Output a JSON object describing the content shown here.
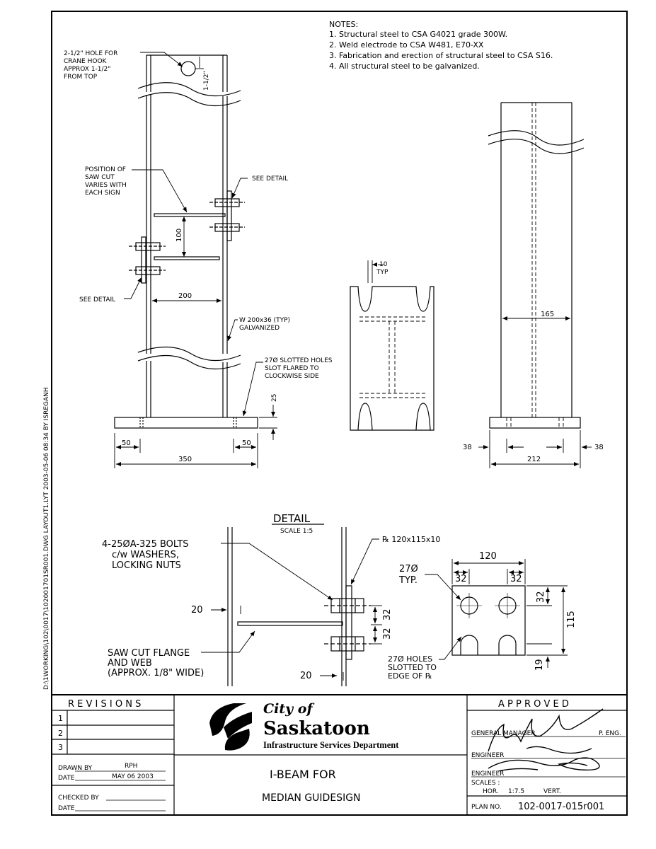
{
  "side_label": "D:\\1WORKING\\102\\0017\\102001701SR001.DWG LAYOUT1.LYT 2003-05-06 08:34 BY ISREGANH",
  "notes": {
    "heading": "NOTES:",
    "items": [
      "1. Structural steel to CSA G4021 grade 300W.",
      "2. Weld electrode to CSA W481, E70-XX",
      "3. Fabrication and erection of structural steel to CSA S16.",
      "4. All structural steel to be galvanized."
    ]
  },
  "elevation": {
    "hole_note": [
      "2-1/2\" HOLE FOR",
      "CRANE HOOK",
      "APPROX 1-1/2\"",
      "FROM TOP"
    ],
    "hole_dim": "1-1/2\"",
    "saw_note": [
      "POSITION OF",
      "SAW CUT",
      "VARIES WITH",
      "EACH SIGN"
    ],
    "see_detail_right": "SEE DETAIL",
    "see_detail_left": "SEE DETAIL",
    "dim_100": "100",
    "dim_200": "200",
    "beam_note": [
      "W 200x36 (TYP)",
      "GALVANIZED"
    ],
    "slot_note": [
      "27Ø SLOTTED HOLES",
      "SLOT FLARED TO",
      "CLOCKWISE SIDE"
    ],
    "dim_25": "25",
    "dim_50_left": "50",
    "dim_50_right": "50",
    "dim_350": "350"
  },
  "section": {
    "dim_10": "10",
    "typ": "TYP"
  },
  "side_view": {
    "dim_165": "165",
    "dim_38_left": "38",
    "dim_38_right": "38",
    "dim_212": "212"
  },
  "detail": {
    "title": "DETAIL",
    "scale": "SCALE 1:5",
    "bolt_note": [
      "4-25ØA-325 BOLTS",
      "c/w WASHERS,",
      "LOCKING NUTS"
    ],
    "plate_note": "℞ 120x115x10",
    "dim_20_top": "20",
    "dim_32_a": "32",
    "dim_32_b": "32",
    "saw_note": [
      "SAW CUT FLANGE",
      "AND WEB",
      "(APPROX. 1/8\" WIDE)"
    ],
    "dim_20_bottom": "20",
    "dim_120": "120",
    "dim_32_left": "32",
    "dim_32_right": "32",
    "hole_label": [
      "27Ø",
      "TYP."
    ],
    "dim_32_side": "32",
    "dim_115": "115",
    "dim_19": "19",
    "slot_note": [
      "27Ø HOLES",
      "SLOTTED TO",
      "EDGE OF ℞"
    ]
  },
  "title_block": {
    "revisions_label": "R E V I S I O N S",
    "rev_numbers": [
      "1",
      "2",
      "3"
    ],
    "drawn_by_label": "DRAWN BY",
    "drawn_by": "RPH",
    "date_label": "DATE",
    "date": "MAY 06 2003",
    "checked_by_label": "CHECKED BY",
    "date2_label": "DATE",
    "org_city_of": "City of",
    "org_name": "Saskatoon",
    "org_dept": "Infrastructure Services Department",
    "title_line1": "I-BEAM FOR",
    "title_line2": "MEDIAN GUIDESIGN",
    "approved_label": "A P P R O V E D",
    "gm_label": "GENERAL MANAGER",
    "peng_label": "P. ENG.",
    "engineer_label": "ENGINEER",
    "engineer2_label": "ENGINEER",
    "scales_label": "SCALES :",
    "hor_label": "HOR.",
    "hor_value": "1:7.5",
    "vert_label": "VERT.",
    "plan_label": "PLAN NO.",
    "plan_no": "102-0017-015r001"
  }
}
